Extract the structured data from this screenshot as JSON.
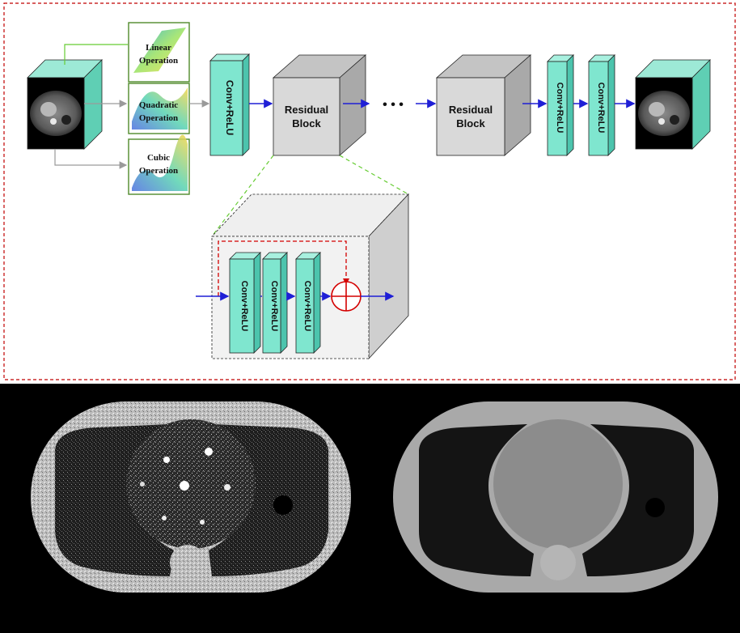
{
  "op_labels": [
    [
      "Linear",
      "Operation"
    ],
    [
      "Quadratic",
      "Operation"
    ],
    [
      "Cubic",
      "Operation"
    ]
  ],
  "conv_label": "Conv+ReLU",
  "residual_label": [
    "Residual",
    "Block"
  ],
  "ellipsis": "• • •",
  "colors": {
    "frame_dashed": "#c00000",
    "arrow": "#1f1fd6",
    "skip_arrow": "#d40000",
    "conv_fill": "#7fe6cf",
    "conv_side": "#4cc4ad",
    "residual_front": "#d9d9d9",
    "residual_side": "#a9a9a9",
    "residual_top": "#c4c4c4",
    "zoom_dashed": "#66cc33",
    "op_border": "#4f8a2a",
    "ct_box_side": "#5fcfb4"
  }
}
